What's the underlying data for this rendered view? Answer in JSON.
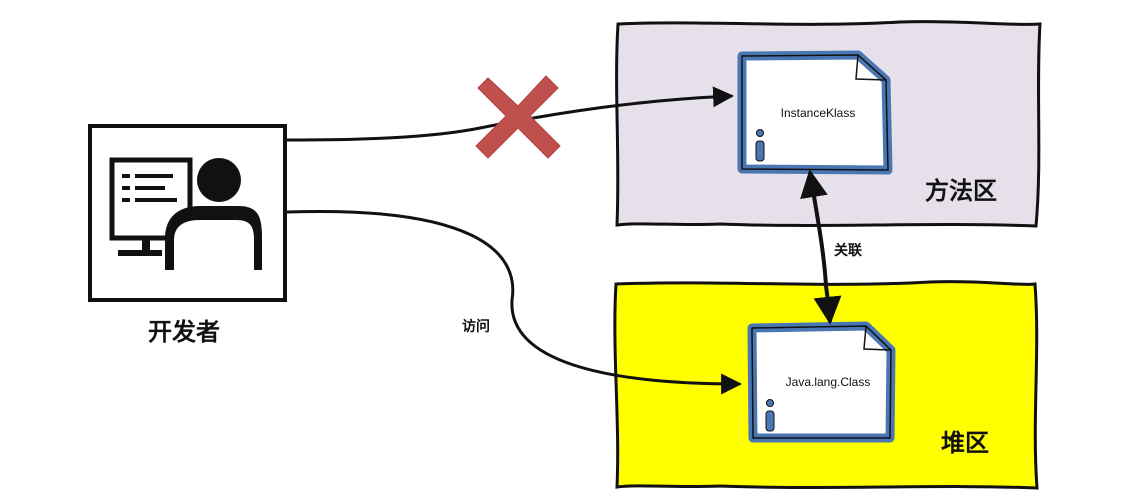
{
  "developer": {
    "label": "开发者"
  },
  "method_area": {
    "label": "方法区",
    "class_box_label": "InstanceKlass",
    "fill": "#e6e0ea"
  },
  "heap": {
    "label": "堆区",
    "class_box_label": "Java.lang.Class",
    "fill": "#ffff00"
  },
  "edges": {
    "access_label": "访问",
    "relation_label": "关联"
  },
  "colors": {
    "doc_border": "#4a77b4",
    "cross": "#c0504d",
    "stroke": "#111111"
  }
}
